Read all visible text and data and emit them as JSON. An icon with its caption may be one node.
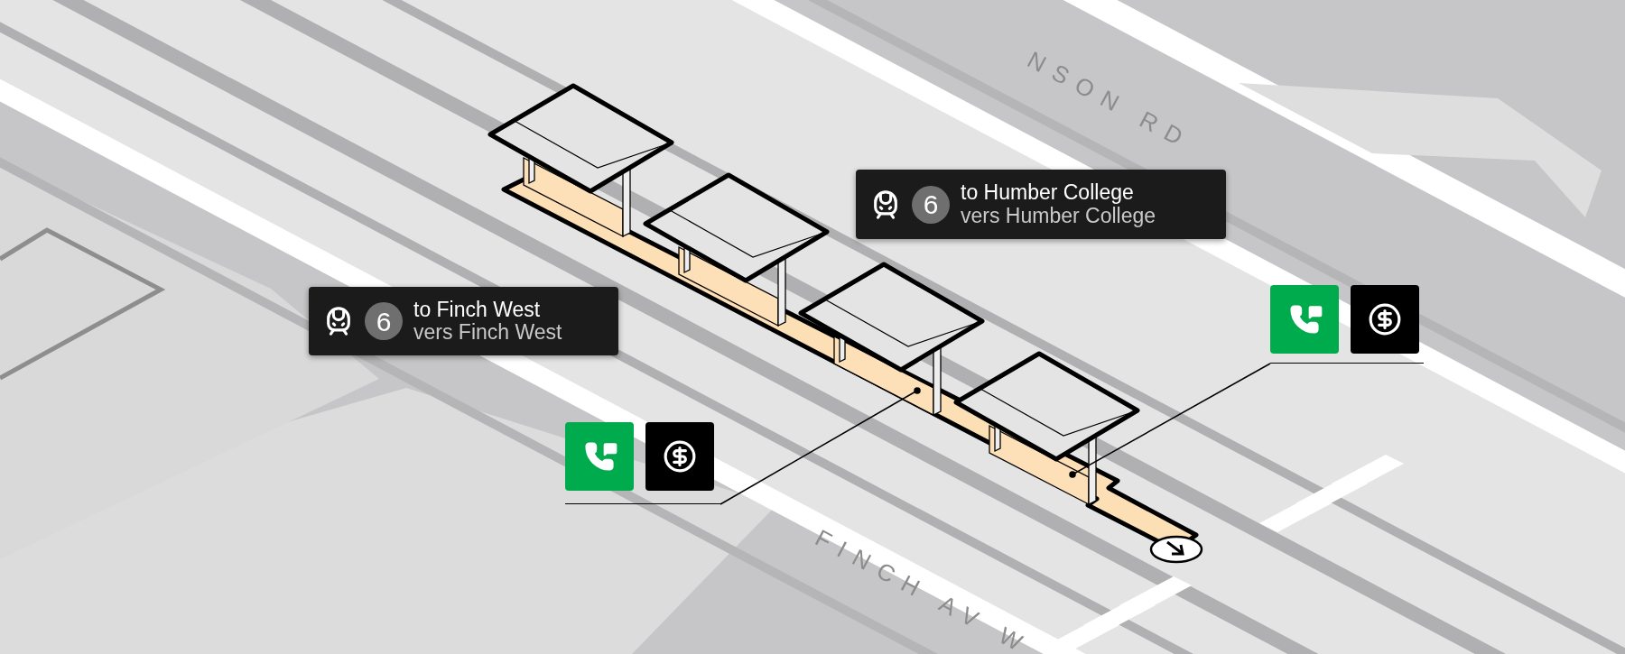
{
  "diagram": {
    "nodes": [
      {
        "text": [
          "6",
          "to Humber College",
          "vers Humber College"
        ]
      },
      {
        "text": [],
        "shape": "picture"
      },
      {
        "text": [
          "6",
          "to Finch West",
          "vers Finch West"
        ]
      },
      {
        "text": [],
        "shape": "picture"
      }
    ],
    "edges": [
      {
        "from": 1,
        "to": null,
        "arrow": "other"
      },
      {
        "from": 3,
        "to": null,
        "arrow": "other"
      }
    ],
    "labels": [
      "NSON RD",
      "FINCH AV W"
    ]
  }
}
